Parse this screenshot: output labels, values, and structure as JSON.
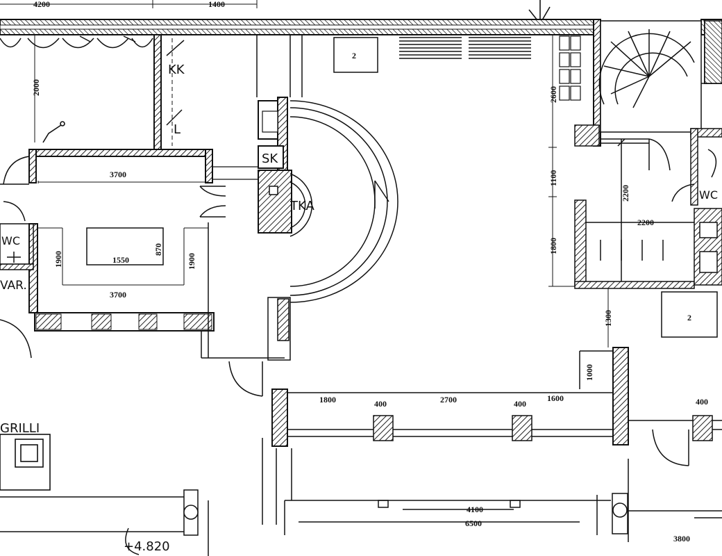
{
  "labels": {
    "kk": "KK",
    "l": "L",
    "sk": "SK",
    "tka": "TKA",
    "wc_left": "WC",
    "wc_right": "WC",
    "var": "VAR.",
    "grilli": "GRILLI",
    "level": "+4.820",
    "box_top": "2",
    "box_right": "2"
  },
  "dimensions": {
    "d4200": "4200",
    "d1400": "1400",
    "d2000": "2000",
    "d3700_top": "3700",
    "d3700_bottom": "3700",
    "d1900_left": "1900",
    "d1900_right": "1900",
    "d1550": "1550",
    "d870": "870",
    "d2600": "2600",
    "d1100": "1100",
    "d1800_v": "1800",
    "d2200_v": "2200",
    "d2200_h": "2200",
    "d1300": "1300",
    "d1000": "1000",
    "d1800_h": "1800",
    "d400_a": "400",
    "d2700": "2700",
    "d400_b": "400",
    "d1600": "1600",
    "d400_c": "400",
    "d4100": "4100",
    "d6500": "6500",
    "d3800": "3800"
  }
}
